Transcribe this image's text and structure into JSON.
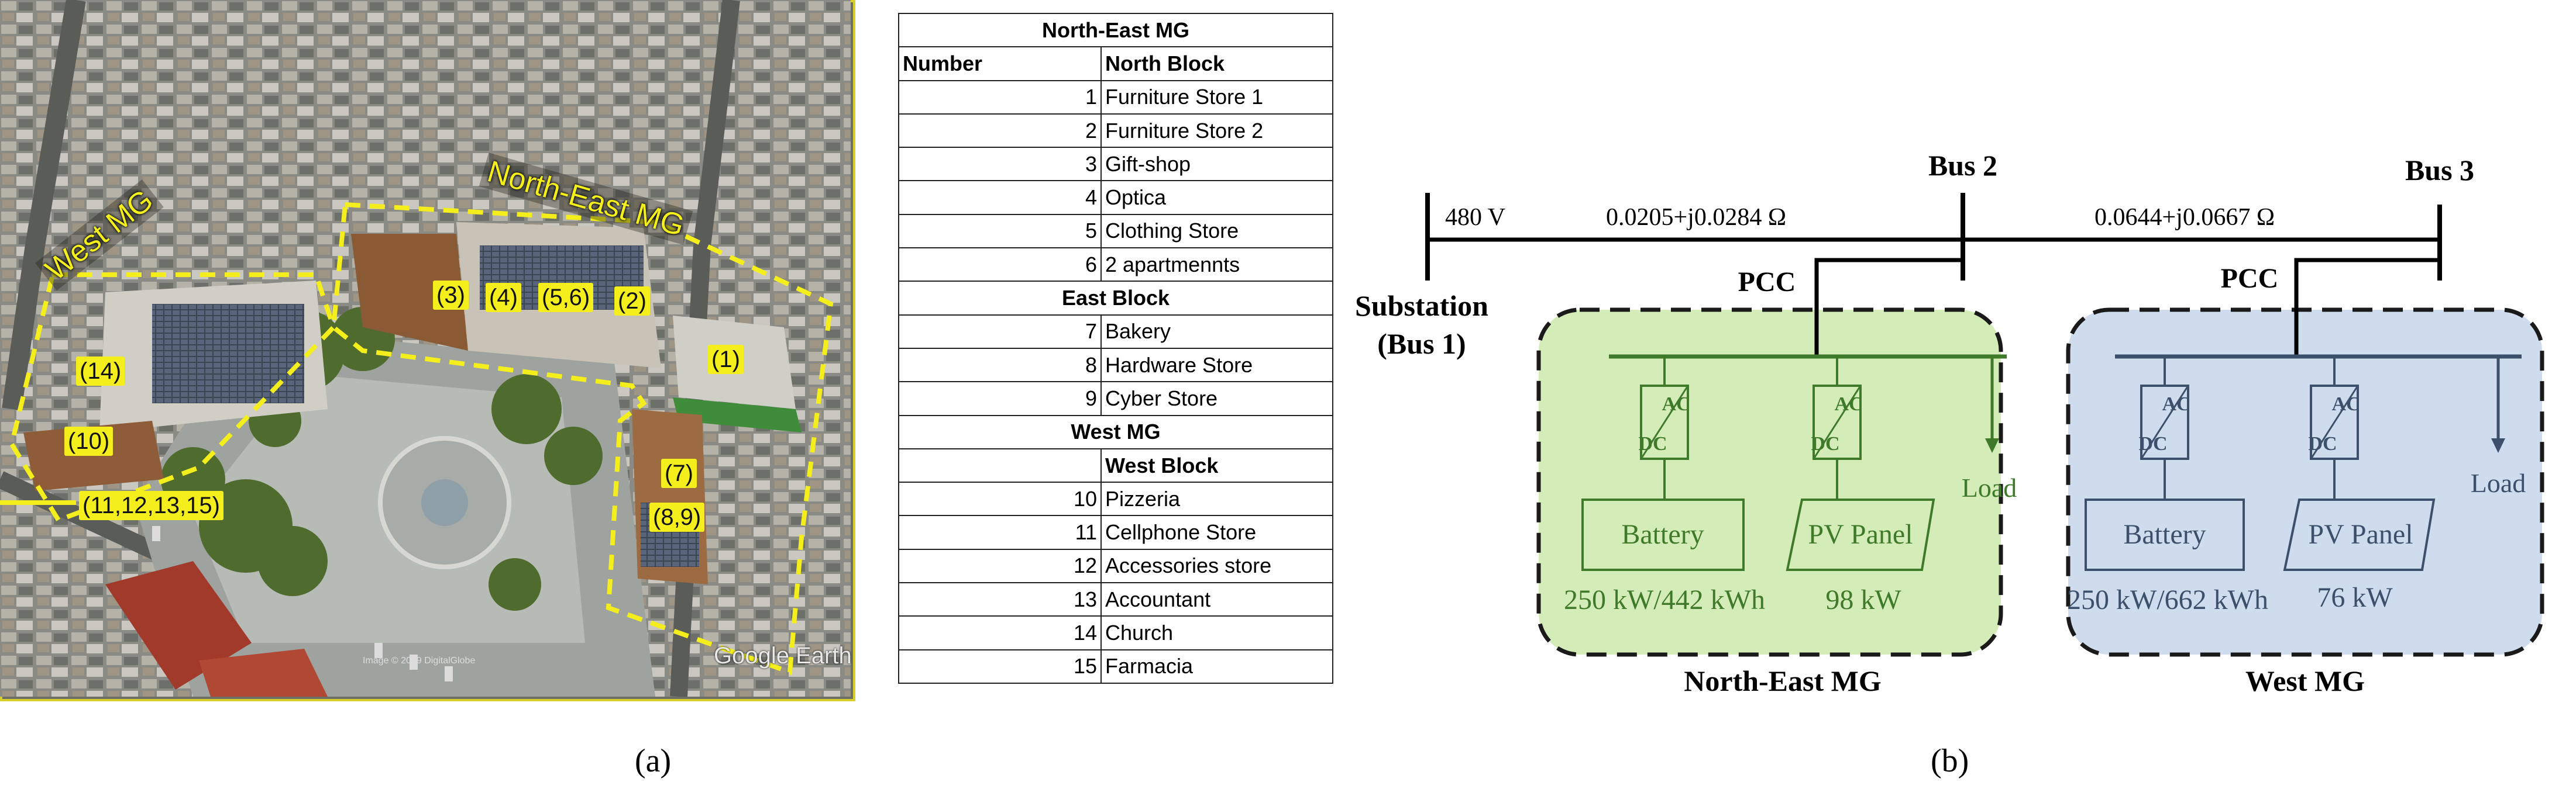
{
  "panel_a": {
    "caption": "(a)",
    "aerial": {
      "mg_labels": {
        "north_east": "North-East MG",
        "west": "West MG"
      },
      "building_labels": {
        "b3": "(3)",
        "b4": "(4)",
        "b56": "(5,6)",
        "b2": "(2)",
        "b1": "(1)",
        "b14": "(14)",
        "b10": "(10)",
        "b7": "(7)",
        "b89": "(8,9)",
        "b11_15": "(11,12,13,15)"
      },
      "watermark": "Google Earth",
      "credit": "Image © 2019 DigitalGlobe"
    },
    "table": {
      "title_ne": "North-East MG",
      "col_number": "Number",
      "col_north_block": "North Block",
      "north_rows": [
        {
          "n": "1",
          "name": "Furniture Store 1"
        },
        {
          "n": "2",
          "name": "Furniture Store 2"
        },
        {
          "n": "3",
          "name": "Gift-shop"
        },
        {
          "n": "4",
          "name": "Optica"
        },
        {
          "n": "5",
          "name": "Clothing Store"
        },
        {
          "n": "6",
          "name": "2 apartmennts"
        }
      ],
      "east_block": "East Block",
      "east_rows": [
        {
          "n": "7",
          "name": "Bakery"
        },
        {
          "n": "8",
          "name": "Hardware Store"
        },
        {
          "n": "9",
          "name": "Cyber Store"
        }
      ],
      "title_west": "West MG",
      "west_block": "West Block",
      "west_rows": [
        {
          "n": "10",
          "name": "Pizzeria"
        },
        {
          "n": "11",
          "name": "Cellphone Store"
        },
        {
          "n": "12",
          "name": "Accessories store"
        },
        {
          "n": "13",
          "name": "Accountant"
        },
        {
          "n": "14",
          "name": "Church"
        },
        {
          "n": "15",
          "name": "Farmacia"
        }
      ]
    }
  },
  "panel_b": {
    "caption": "(b)",
    "bus2": "Bus 2",
    "bus3": "Bus 3",
    "voltage": "480 V",
    "line12": "0.0205+j0.0284 Ω",
    "line23": "0.0644+j0.0667 Ω",
    "substation_line1": "Substation",
    "substation_line2": "(Bus 1)",
    "pcc": "PCC",
    "converter_ac": "AC",
    "converter_dc": "DC",
    "load": "Load",
    "battery": "Battery",
    "pv_panel": "PV Panel",
    "ne_battery_rating": "250 kW/442 kWh",
    "ne_pv_rating": "98 kW",
    "w_battery_rating": "250 kW/662 kWh",
    "w_pv_rating": "76 kW",
    "ne_mg": "North-East MG",
    "w_mg": "West MG",
    "colors": {
      "ne_fill": "#d4ecb8",
      "ne_stroke": "#3f7a2a",
      "w_fill": "#cfdcee",
      "w_stroke": "#3c4f6b"
    }
  }
}
